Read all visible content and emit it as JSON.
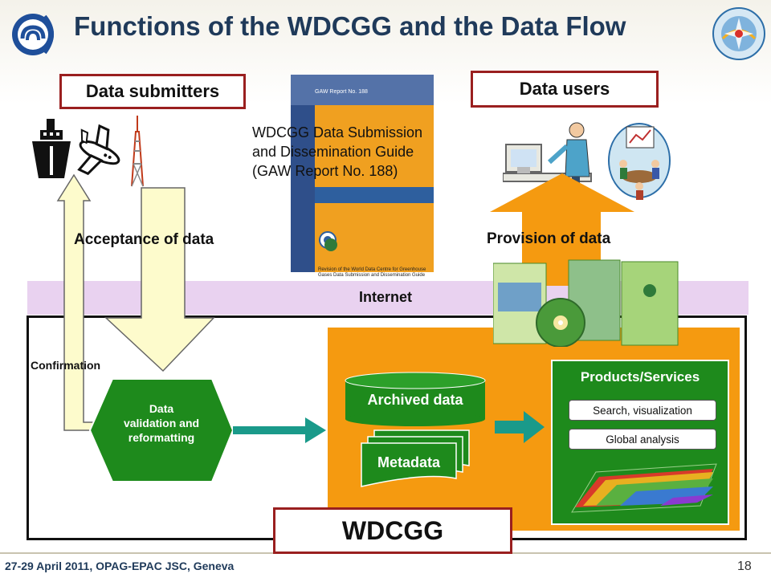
{
  "header": {
    "title": "Functions of the WDCGG and the Data Flow"
  },
  "labels": {
    "data_submitters": "Data submitters",
    "data_users": "Data users",
    "guide_line1": "WDCGG Data Submission",
    "guide_line2": "and Dissemination Guide",
    "guide_line3": "(GAW Report No. 188)",
    "acceptance": "Acceptance of data",
    "provision": "Provision of data",
    "internet": "Internet",
    "confirmation": "Confirmation",
    "validation_line1": "Data",
    "validation_line2": "validation and",
    "validation_line3": "reformatting",
    "archived": "Archived data",
    "metadata": "Metadata",
    "products": "Products/Services",
    "search": "Search, visualization",
    "global": "Global analysis",
    "wdcgg": "WDCGG"
  },
  "report_cover": {
    "series": "GAW Report No. 188",
    "subtitle_line1": "Revision of the World Data Centre for Greenhouse",
    "subtitle_line2": "Gases Data Submission and Dissemination Guide"
  },
  "footer": {
    "event": "27-29 April 2011, OPAG-EPAC JSC, Geneva",
    "page": "18"
  },
  "colors": {
    "title": "#1f3a5a",
    "orange": "#f59a10",
    "green": "#1e8a1c",
    "internet_band": "#e9d2f0",
    "arrow_fill": "#fdfbcc",
    "box_border": "#9a1f1f",
    "teal_arrow": "#1a9a8a"
  }
}
